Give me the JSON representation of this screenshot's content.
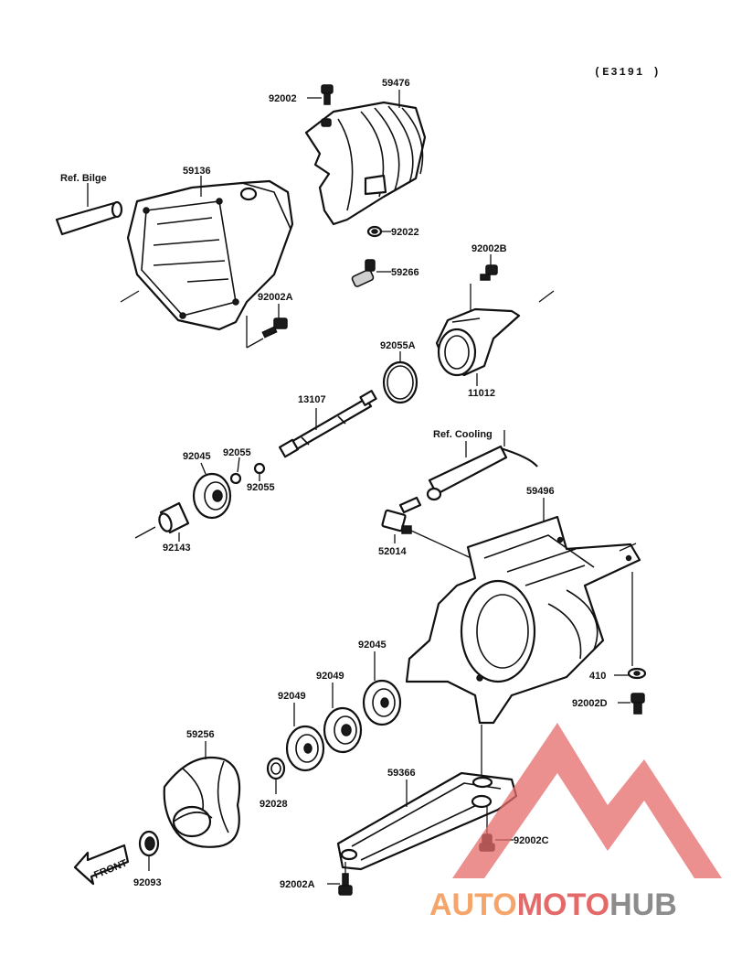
{
  "diagram": {
    "code": "(E3191 )",
    "front_label": "FRONT",
    "labels": {
      "p92002": "92002",
      "p59476": "59476",
      "p59136": "59136",
      "refBilge": "Ref. Bilge",
      "p92022": "92022",
      "p59266": "59266",
      "p92002A_top": "92002A",
      "p92002B": "92002B",
      "p92055A": "92055A",
      "p11012": "11012",
      "p13107": "13107",
      "refCooling": "Ref. Cooling",
      "p92045_top": "92045",
      "p92055_a": "92055",
      "p92055_b": "92055",
      "p59496": "59496",
      "p92143": "92143",
      "p52014": "52014",
      "p92045_mid": "92045",
      "p92049_a": "92049",
      "p92049_b": "92049",
      "p410": "410",
      "p92002D": "92002D",
      "p59256": "59256",
      "p59366": "59366",
      "p92028": "92028",
      "p92002C": "92002C",
      "p92093": "92093",
      "p92002A_bot": "92002A"
    }
  },
  "watermark": {
    "part1": "AUTO",
    "part2": "MOTO",
    "part3": "HUB",
    "color_orange": "#f6a56a",
    "color_red": "#e46a6a",
    "color_grey": "#8c8c8c"
  }
}
